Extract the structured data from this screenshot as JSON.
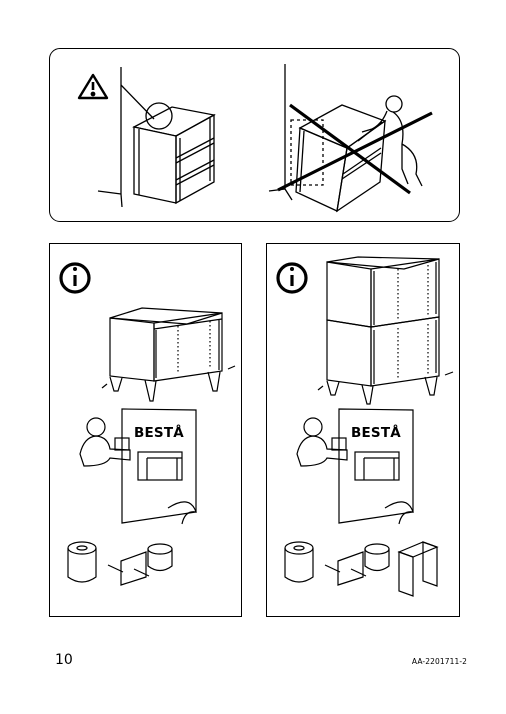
{
  "page": {
    "number": "10",
    "code": "AA-2201711-2"
  },
  "warning_icon": "warning-triangle-icon",
  "info_icon": "info-circle-icon",
  "booklet": {
    "brand": "BESTÅ"
  }
}
